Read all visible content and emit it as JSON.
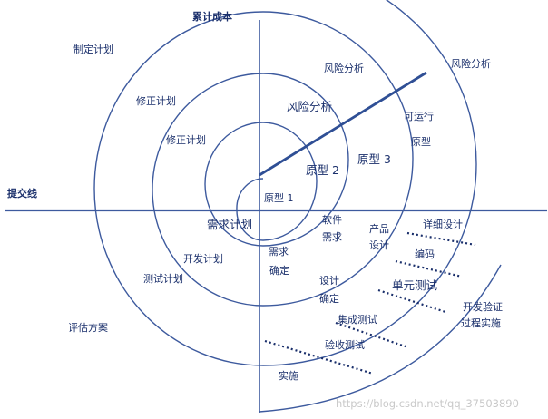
{
  "axes": {
    "vertical_label": "累计成本",
    "horizontal_label": "提交线"
  },
  "quadrant_labels": {
    "top_left": [
      "制定计划",
      "修正计划",
      "修正计划"
    ],
    "top_right": [
      "风险分析",
      "风险分析",
      "风险分析",
      "原型 1",
      "原型 2",
      "原型 3",
      "可运行",
      "原型"
    ],
    "bottom_left": [
      "需求计划",
      "开发计划",
      "测试计划",
      "评估方案"
    ],
    "bottom_right": [
      "软件",
      "需求",
      "需求",
      "确定",
      "设计",
      "确定",
      "产品",
      "设计",
      "详细设计",
      "编码",
      "单元测试",
      "集成测试",
      "验收测试",
      "实施",
      "开发验证",
      "过程实施"
    ]
  },
  "watermark": "https://blog.csdn.net/qq_37503890",
  "colors": {
    "line": "#3d5a9e",
    "dark_line": "#2f4f95",
    "text": "#1a2f6b",
    "dotted": "#1a2f6b",
    "watermark": "#c9c9c9"
  }
}
